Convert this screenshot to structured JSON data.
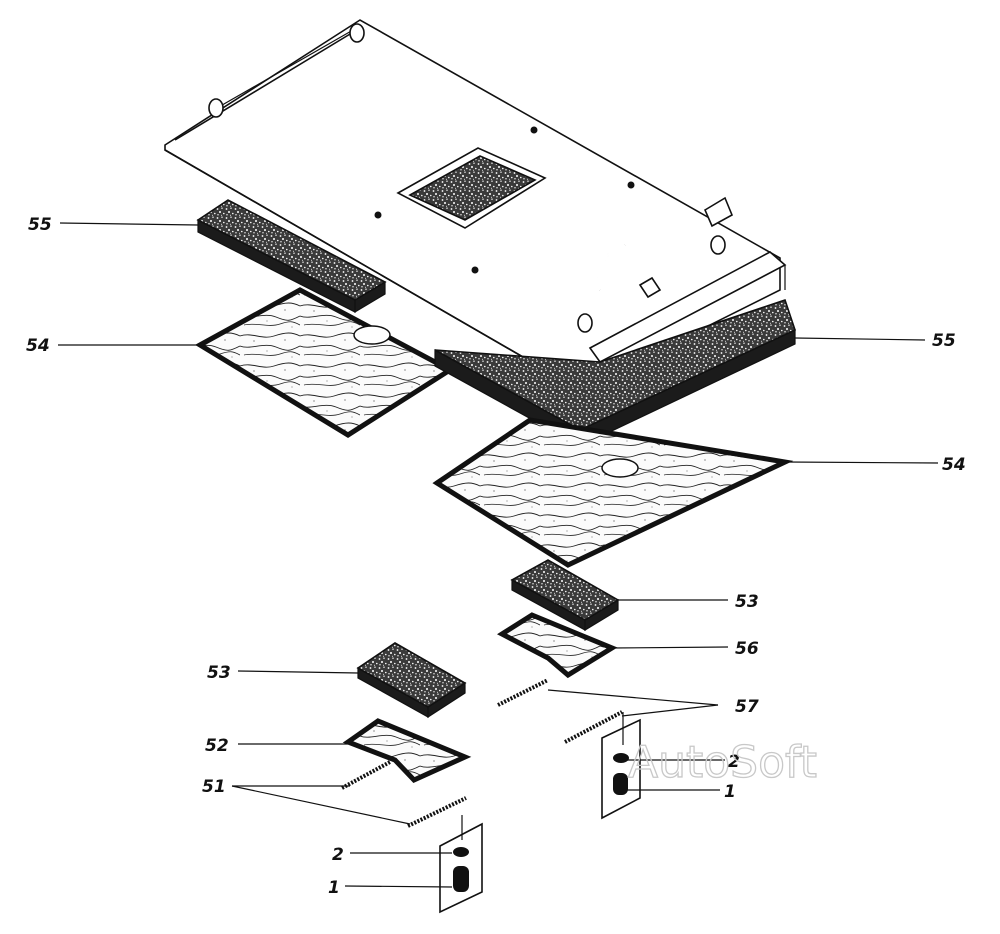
{
  "callouts": [
    {
      "id": "c55a",
      "label": "55"
    },
    {
      "id": "c54a",
      "label": "54"
    },
    {
      "id": "c55b",
      "label": "55"
    },
    {
      "id": "c54b",
      "label": "54"
    },
    {
      "id": "c53a",
      "label": "53"
    },
    {
      "id": "c56",
      "label": "56"
    },
    {
      "id": "c57",
      "label": "57"
    },
    {
      "id": "c53b",
      "label": "53"
    },
    {
      "id": "c52",
      "label": "52"
    },
    {
      "id": "c51",
      "label": "51"
    },
    {
      "id": "c2a",
      "label": "2"
    },
    {
      "id": "c1a",
      "label": "1"
    },
    {
      "id": "c2b",
      "label": "2"
    },
    {
      "id": "c1b",
      "label": "1"
    }
  ],
  "watermark": "AutoSoft"
}
